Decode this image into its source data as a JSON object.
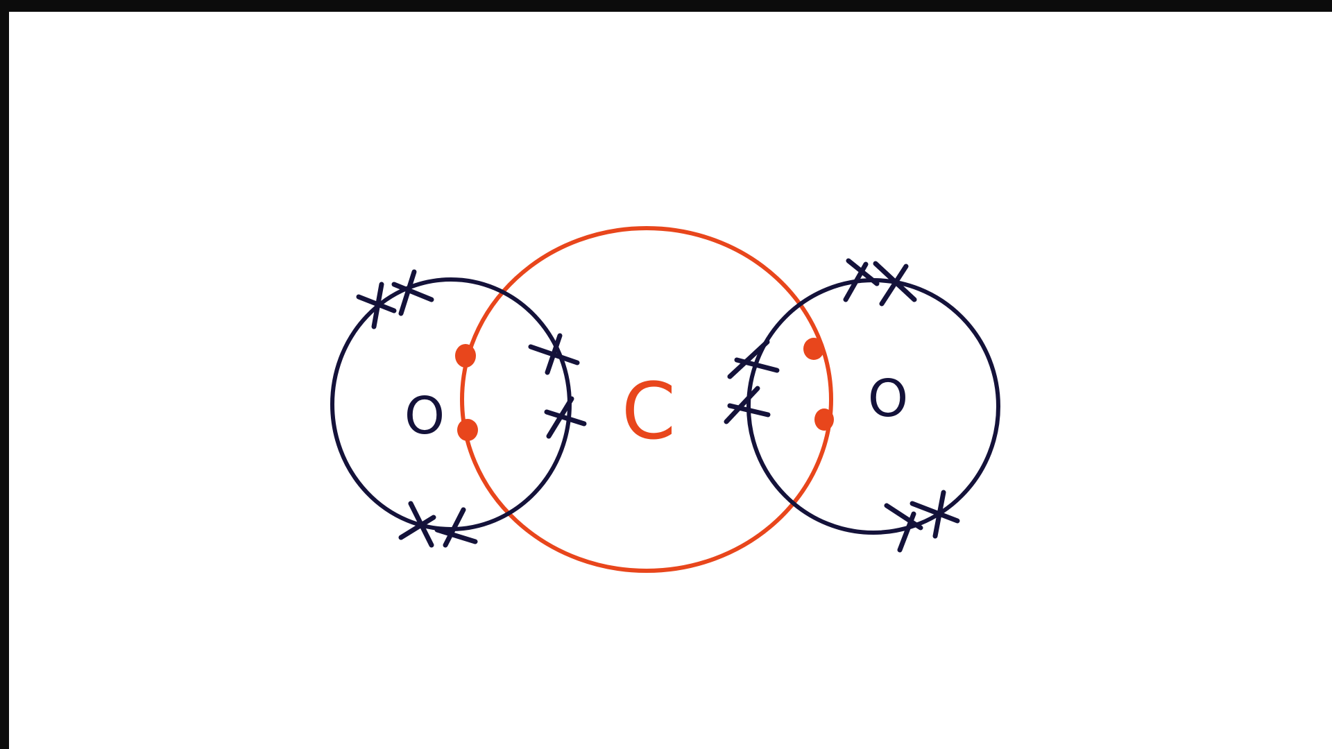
{
  "diagram": {
    "central_atom": {
      "symbol": "C",
      "color": "#e8461c"
    },
    "left_atom": {
      "symbol": "O",
      "color": "#14123a"
    },
    "right_atom": {
      "symbol": "O",
      "color": "#14123a"
    },
    "electron_marks": {
      "carbon": "dot",
      "oxygen": "cross"
    },
    "colors": {
      "background": "#ffffff",
      "frame": "#0c0c0c"
    }
  }
}
